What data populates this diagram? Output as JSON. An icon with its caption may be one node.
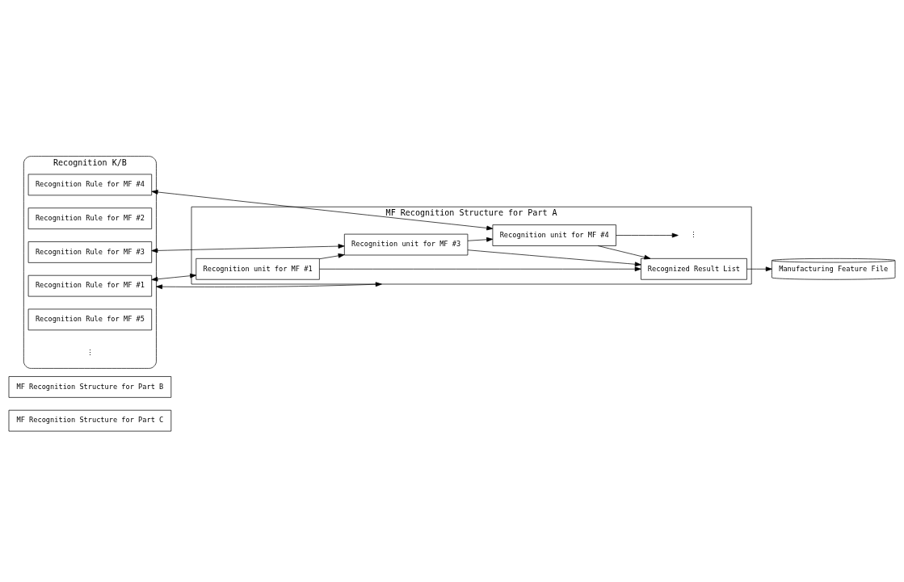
{
  "diagram": {
    "nodes": [
      {
        "text": [
          "MF Recognition Structure for Part C"
        ]
      },
      {
        "text": [
          "MF Recognition Structure for Part B"
        ]
      },
      {
        "text": [
          "MF Recognition Structure for Part A"
        ]
      },
      {
        "text": [
          "Recognized Result List"
        ],
        "in": 2
      },
      {
        "text": [
          "Recognition unit for MF #1"
        ],
        "in": 2
      },
      {
        "text": [
          "Recognition unit for MF #3"
        ],
        "in": 2
      },
      {
        "text": [
          "Recognition unit for MF #4"
        ],
        "in": 2
      },
      {
        "text": [
          "⋮"
        ],
        "in": 2
      },
      {
        "text": [
          "Recognition K/B"
        ]
      },
      {
        "text": [
          "Recognition Rule for MF #1"
        ],
        "in": 8
      },
      {
        "text": [
          "Recognition Rule for MF #2"
        ],
        "in": 8
      },
      {
        "text": [
          "Recognition Rule for MF #3"
        ],
        "in": 8
      },
      {
        "text": [
          "Recognition Rule for MF #4"
        ],
        "in": 8
      },
      {
        "text": [
          "Recognition Rule for MF #5"
        ],
        "in": 8
      },
      {
        "text": [
          "⋮"
        ],
        "in": 8
      },
      {
        "text": [
          "Manufacturing Feature File"
        ]
      }
    ],
    "edges": [
      {
        "from": 4,
        "to": 5,
        "arrow": "to"
      },
      {
        "from": 5,
        "to": 6,
        "arrow": "to"
      },
      {
        "from": 6,
        "to": 7,
        "arrow": "to"
      },
      {
        "from": 4,
        "to": 3,
        "arrow": "to"
      },
      {
        "from": 5,
        "to": 3,
        "arrow": "to"
      },
      {
        "from": 6,
        "to": 3,
        "arrow": "to"
      },
      {
        "from": 9,
        "to": 4,
        "arrow": "both"
      },
      {
        "from": 11,
        "to": 5,
        "arrow": "both"
      },
      {
        "from": 12,
        "to": 6,
        "arrow": "both"
      },
      {
        "from": 3,
        "to": 15,
        "arrow": "to"
      },
      {
        "from": 8,
        "to": 2,
        "arrow": "both"
      }
    ]
  }
}
